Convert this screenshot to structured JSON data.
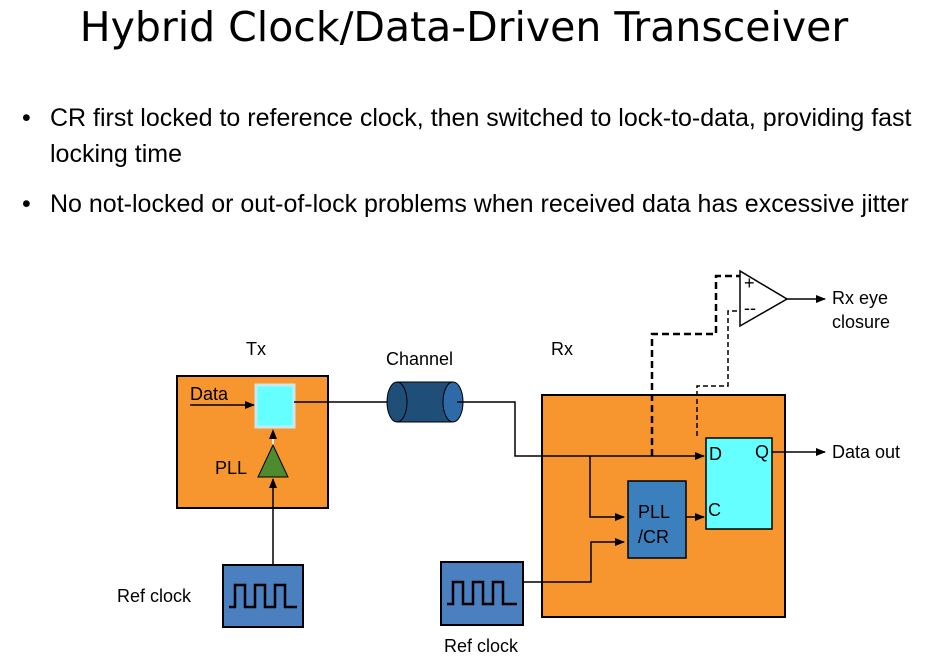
{
  "title": "Hybrid Clock/Data-Driven Transceiver",
  "bullets": [
    {
      "marker": "•",
      "text": "CR first locked to reference clock, then switched to lock-to-data, providing fast locking time"
    },
    {
      "marker": "•",
      "text": "No not-locked or out-of-lock problems when received data has excessive jitter"
    }
  ],
  "diagram": {
    "tx_label": "Tx",
    "rx_label": "Rx",
    "channel_label": "Channel",
    "data_label": "Data",
    "pll_label": "PLL",
    "ref_clock_tx": "Ref clock",
    "ref_clock_rx": "Ref clock",
    "pllcr_line1": "PLL",
    "pllcr_line2": "/CR",
    "ff_d": "D",
    "ff_q": "Q",
    "ff_c": "C",
    "data_out": "Data out",
    "comp_plus": "+",
    "comp_minus": "--",
    "eye_line1": "Rx eye",
    "eye_line2": "closure"
  },
  "colors": {
    "block_fill": "#f7962e",
    "dff_fill": "#66ffff",
    "pll_fill": "#3c7fbd",
    "tri_fill": "#4e8a2e",
    "channel_fill": "#1f4e79"
  }
}
